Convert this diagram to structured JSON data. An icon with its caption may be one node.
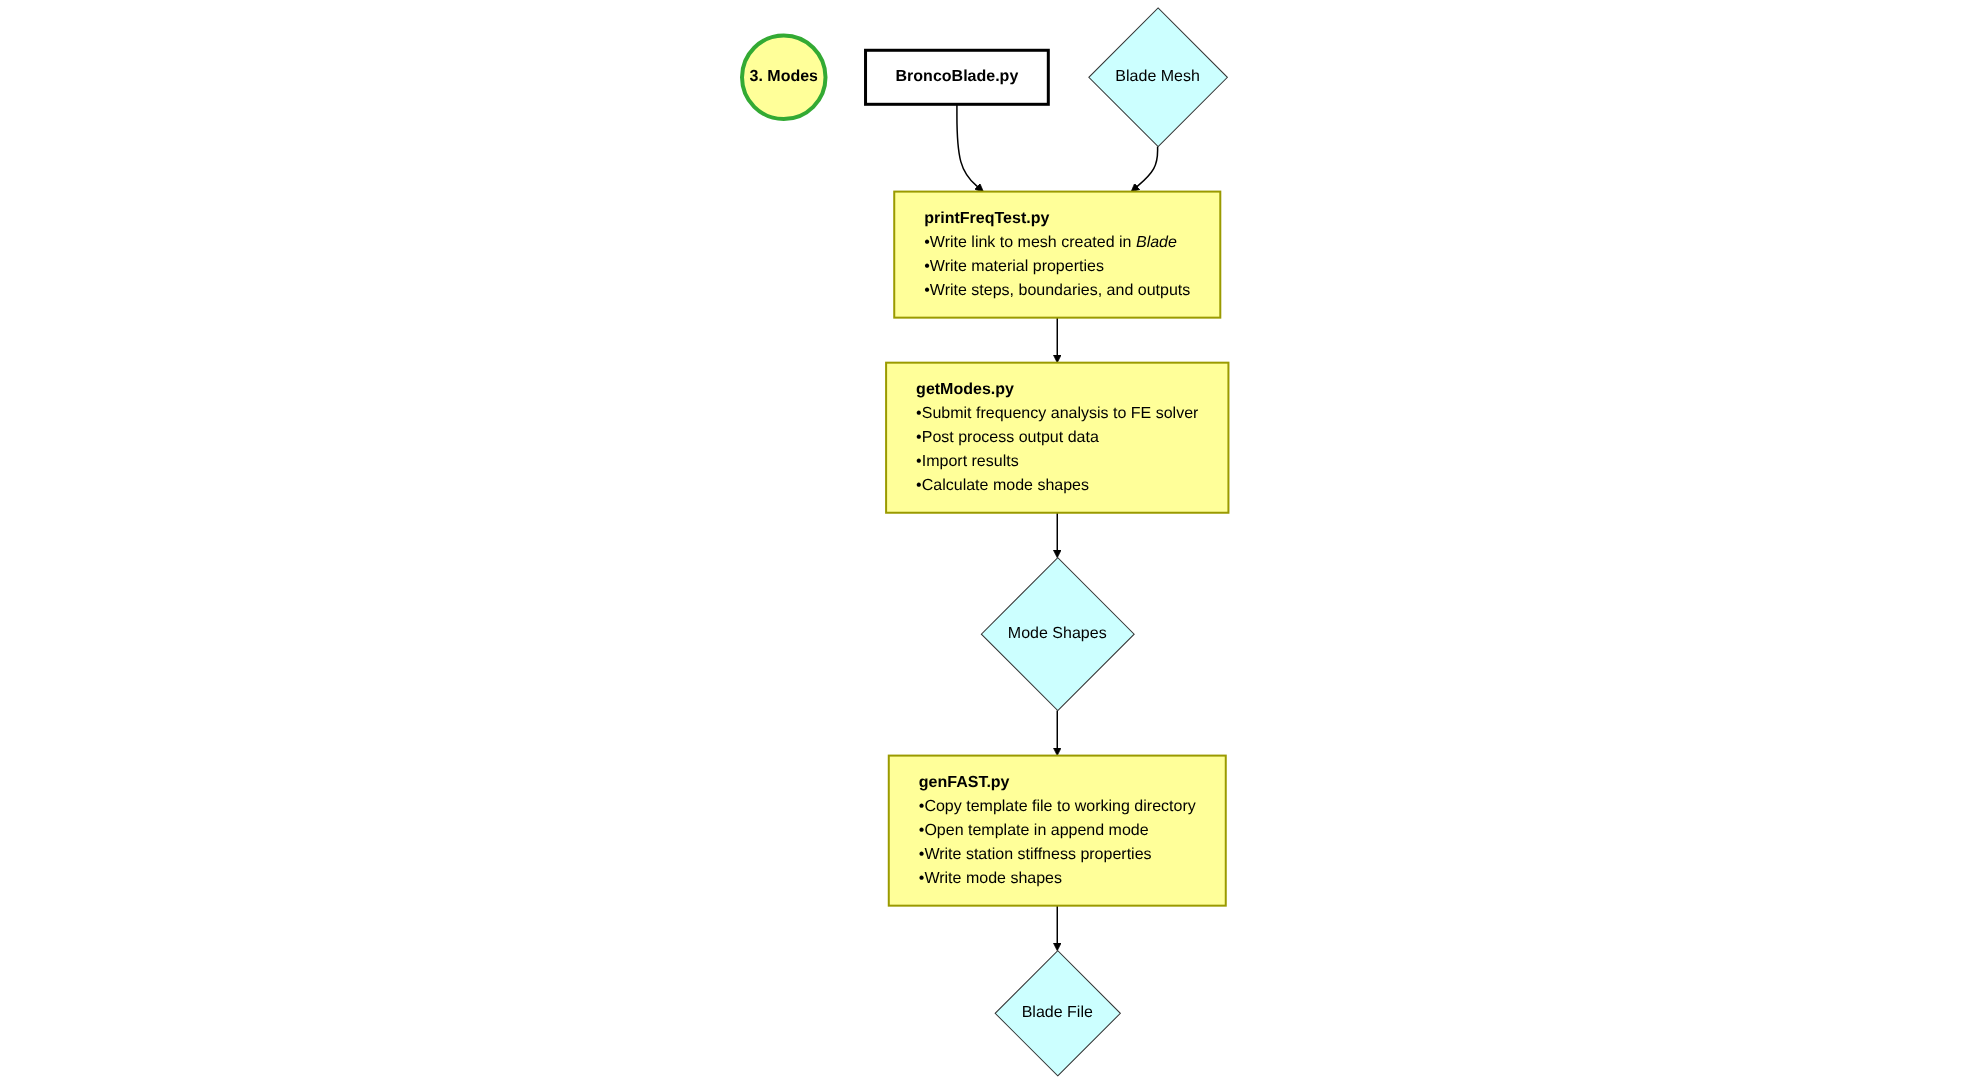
{
  "diagram": {
    "nodes": [
      {
        "text": [
          "3. Modes"
        ]
      },
      {
        "text": [
          "BroncoBlade.py"
        ]
      },
      {
        "text": [
          "Blade Mesh"
        ]
      },
      {
        "text": [
          "getModes.py",
          "•Submit frequency analysis to FE solver",
          "•Post process output data",
          "•Import results",
          "•Calculate mode shapes"
        ]
      },
      {
        "text": [
          "printFreqTest.py",
          "•Write link to mesh created in *Blade*",
          "•Write material properties",
          "•Write steps, boundaries, and outputs"
        ]
      },
      {
        "text": [
          "Mode Shapes"
        ]
      },
      {
        "text": [
          "genFAST.py",
          "•Copy template file to working directory",
          "•Open template in append mode",
          "•Write station stiffness properties",
          "•Write mode shapes"
        ]
      },
      {
        "text": [
          "Blade File"
        ]
      }
    ],
    "edges": [
      {
        "from": 1,
        "to": 4,
        "arrow": "to"
      },
      {
        "from": 2,
        "to": 4,
        "arrow": "to"
      },
      {
        "from": 4,
        "to": 3,
        "arrow": "to"
      },
      {
        "from": 3,
        "to": 5,
        "arrow": "to"
      },
      {
        "from": 5,
        "to": 6,
        "arrow": "to"
      },
      {
        "from": 6,
        "to": 7,
        "arrow": "to"
      }
    ]
  }
}
